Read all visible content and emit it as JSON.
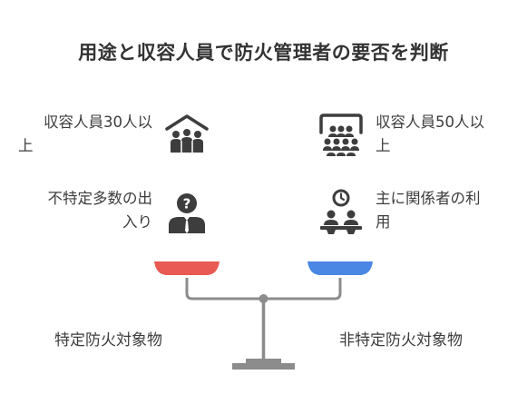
{
  "title": "用途と収容人員で防火管理者の要否を判断",
  "left": {
    "capacity": {
      "line1": "収容人員30人以",
      "line2": "上"
    },
    "usage": {
      "line1": "不特定多数の出",
      "line2": "入り"
    },
    "category": "特定防火対象物",
    "pan_color": "#e85a53"
  },
  "right": {
    "capacity": {
      "line1": "収容人員50人以",
      "line2": "上"
    },
    "usage": {
      "line1": "主に関係者の利",
      "line2": "用"
    },
    "category": "非特定防火対象物",
    "pan_color": "#4a86e4"
  },
  "icons": {
    "left_capacity": "people-under-roof-icon",
    "left_usage": "anonymous-person-icon",
    "right_capacity": "audience-screen-icon",
    "right_usage": "staff-meeting-icon"
  },
  "colors": {
    "icon": "#3d3d3d",
    "scale": "#8c8c8c"
  }
}
